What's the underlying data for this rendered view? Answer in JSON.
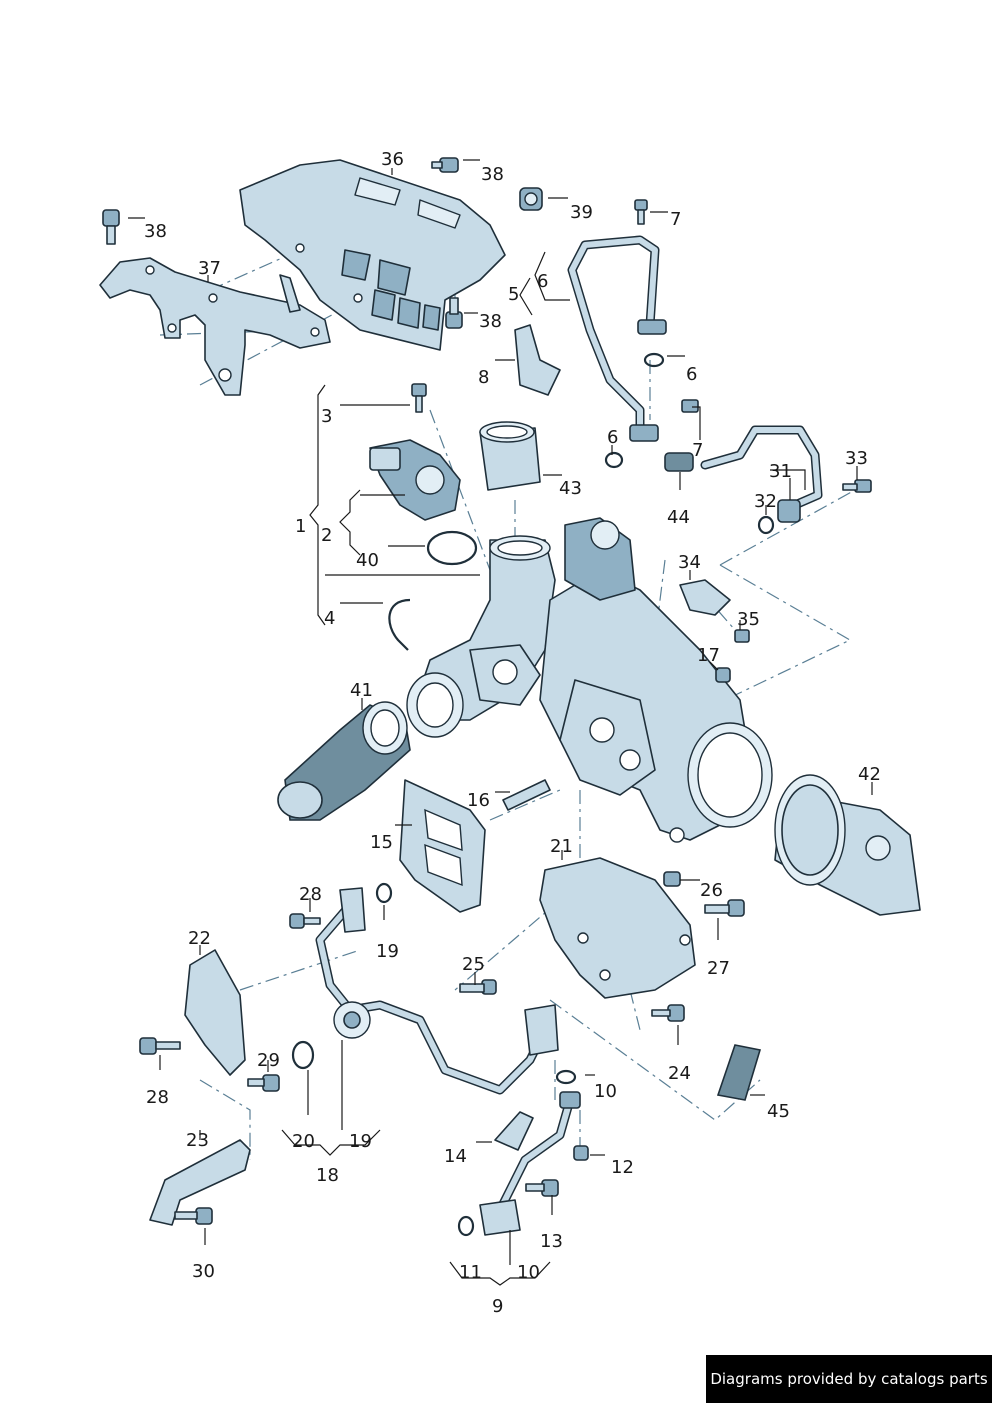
{
  "callouts": [
    {
      "id": "36",
      "label": "36"
    },
    {
      "id": "38a",
      "label": "38"
    },
    {
      "id": "39",
      "label": "39"
    },
    {
      "id": "38b",
      "label": "38"
    },
    {
      "id": "37",
      "label": "37"
    },
    {
      "id": "38c",
      "label": "38"
    },
    {
      "id": "7a",
      "label": "7"
    },
    {
      "id": "5",
      "label": "5"
    },
    {
      "id": "6a",
      "label": "6"
    },
    {
      "id": "8",
      "label": "8"
    },
    {
      "id": "6b",
      "label": "6"
    },
    {
      "id": "3",
      "label": "3"
    },
    {
      "id": "6c",
      "label": "6"
    },
    {
      "id": "7b",
      "label": "7"
    },
    {
      "id": "43",
      "label": "43"
    },
    {
      "id": "44",
      "label": "44"
    },
    {
      "id": "31",
      "label": "31"
    },
    {
      "id": "33",
      "label": "33"
    },
    {
      "id": "32",
      "label": "32"
    },
    {
      "id": "1",
      "label": "1"
    },
    {
      "id": "2",
      "label": "2"
    },
    {
      "id": "40",
      "label": "40"
    },
    {
      "id": "34",
      "label": "34"
    },
    {
      "id": "4",
      "label": "4"
    },
    {
      "id": "35",
      "label": "35"
    },
    {
      "id": "17",
      "label": "17"
    },
    {
      "id": "41",
      "label": "41"
    },
    {
      "id": "42",
      "label": "42"
    },
    {
      "id": "16",
      "label": "16"
    },
    {
      "id": "15",
      "label": "15"
    },
    {
      "id": "21",
      "label": "21"
    },
    {
      "id": "26",
      "label": "26"
    },
    {
      "id": "28a",
      "label": "28"
    },
    {
      "id": "19a",
      "label": "19"
    },
    {
      "id": "22",
      "label": "22"
    },
    {
      "id": "27",
      "label": "27"
    },
    {
      "id": "25",
      "label": "25"
    },
    {
      "id": "28b",
      "label": "28"
    },
    {
      "id": "29",
      "label": "29"
    },
    {
      "id": "24",
      "label": "24"
    },
    {
      "id": "10a",
      "label": "10"
    },
    {
      "id": "45",
      "label": "45"
    },
    {
      "id": "20",
      "label": "20"
    },
    {
      "id": "19b",
      "label": "19"
    },
    {
      "id": "23",
      "label": "23"
    },
    {
      "id": "18",
      "label": "18"
    },
    {
      "id": "14",
      "label": "14"
    },
    {
      "id": "12",
      "label": "12"
    },
    {
      "id": "13",
      "label": "13"
    },
    {
      "id": "30",
      "label": "30"
    },
    {
      "id": "11",
      "label": "11"
    },
    {
      "id": "10b",
      "label": "10"
    },
    {
      "id": "9",
      "label": "9"
    }
  ],
  "watermark": "Diagrams provided by catalogs parts"
}
